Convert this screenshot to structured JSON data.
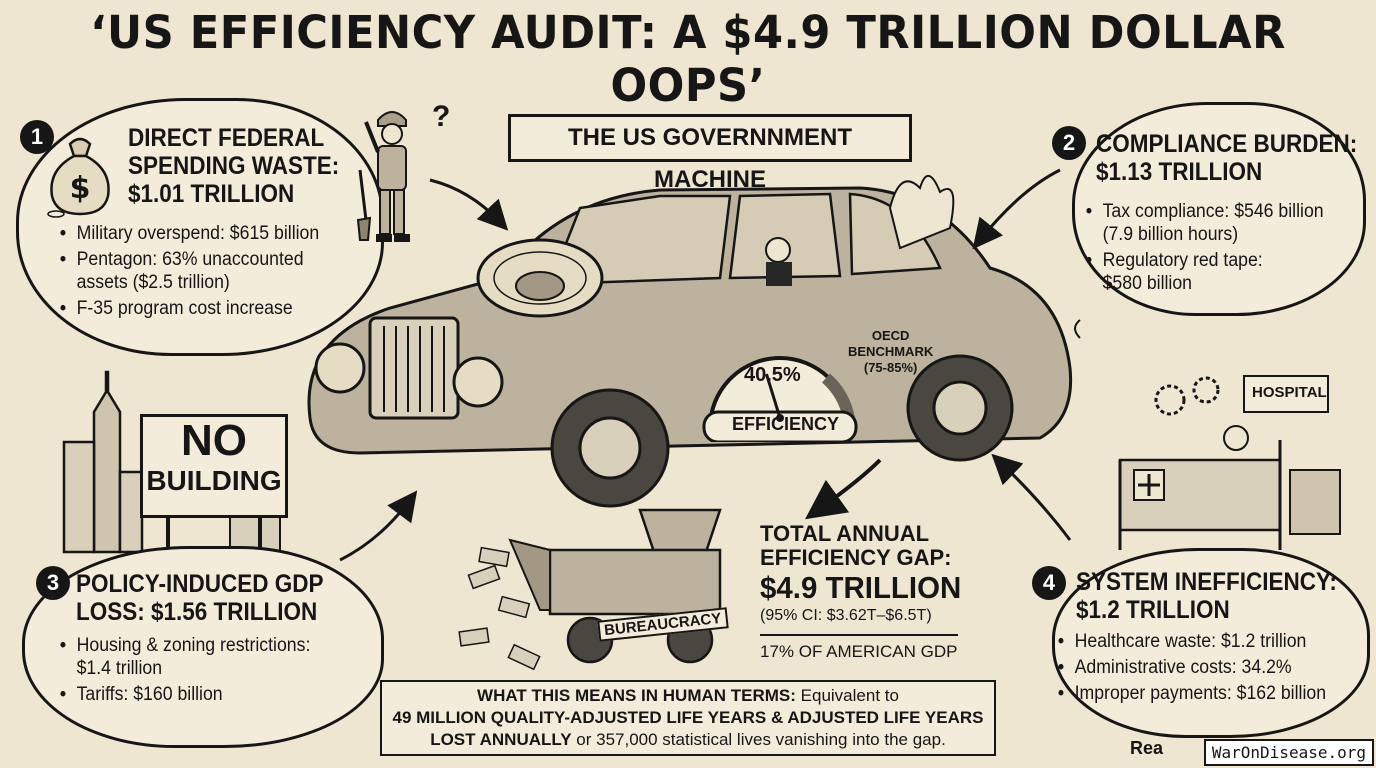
{
  "title": "‘US EFFICIENCY AUDIT: A $4.9 TRILLION DOLLAR OOPS’",
  "machine_label": "THE US GOVERNNMENT MACHINE",
  "sections": [
    {
      "number": "1",
      "title_lines": [
        "DIRECT FEDERAL",
        "SPENDING WASTE:",
        "$1.01 TRILLION"
      ],
      "bullets": [
        "Military overspend: $615 billion",
        "Pentagon: 63% unaccounted",
        "assets ($2.5 trillion)",
        "F-35 program cost increase"
      ]
    },
    {
      "number": "2",
      "title_lines": [
        "COMPLIANCE BURDEN:",
        "$1.13 TRILLION"
      ],
      "bullets": [
        "Tax compliance: $546 billion",
        "(7.9 billion hours)",
        "Regulatory red tape:",
        "$580 billion"
      ]
    },
    {
      "number": "3",
      "title_lines": [
        "POLICY-INDUCED GDP",
        "LOSS: $1.56 TRILLION"
      ],
      "bullets": [
        "Housing & zoning restrictions:",
        "$1.4 trillion",
        "Tariffs: $160 billion"
      ]
    },
    {
      "number": "4",
      "title_lines": [
        "SYSTEM INEFFICIENCY:",
        "$1.2 TRILLION"
      ],
      "bullets": [
        "Healthcare waste: $1.2 trillion",
        "Administrative costs: 34.2%",
        "Improper payments: $162 billion"
      ]
    }
  ],
  "gauge": {
    "value_label": "40.5%",
    "caption": "EFFICIENCY",
    "benchmark_lines": [
      "OECD",
      "BENCHMARK",
      "(75-85%)"
    ],
    "value": 40.5
  },
  "sign": {
    "line1": "NO",
    "line2": "BUILDING"
  },
  "hospital_sign": "HOSPITAL",
  "shredder_label": "BUREAUCRACY",
  "gap": {
    "title_lines": [
      "TOTAL ANNUAL",
      "EFFICIENCY GAP:"
    ],
    "value": "$4.9 TRILLION",
    "ci": "(95% CI: $3.62T–$6.5T)",
    "gdp": "17% OF AMERICAN GDP"
  },
  "summary": {
    "bold1": "WHAT THIS MEANS IN HUMAN TERMS:",
    "text1": " Equivalent to",
    "bold2": "49 MILLION QUALITY-ADJUSTED LIFE YEARS & ADJUSTED LIFE YEARS",
    "bold3": "LOST ANNUALLY",
    "text3": " or 357,000 statistical lives vanishing into the gap."
  },
  "read_more": "Rea",
  "watermark": "WarOnDisease.org",
  "question_mark": "?"
}
